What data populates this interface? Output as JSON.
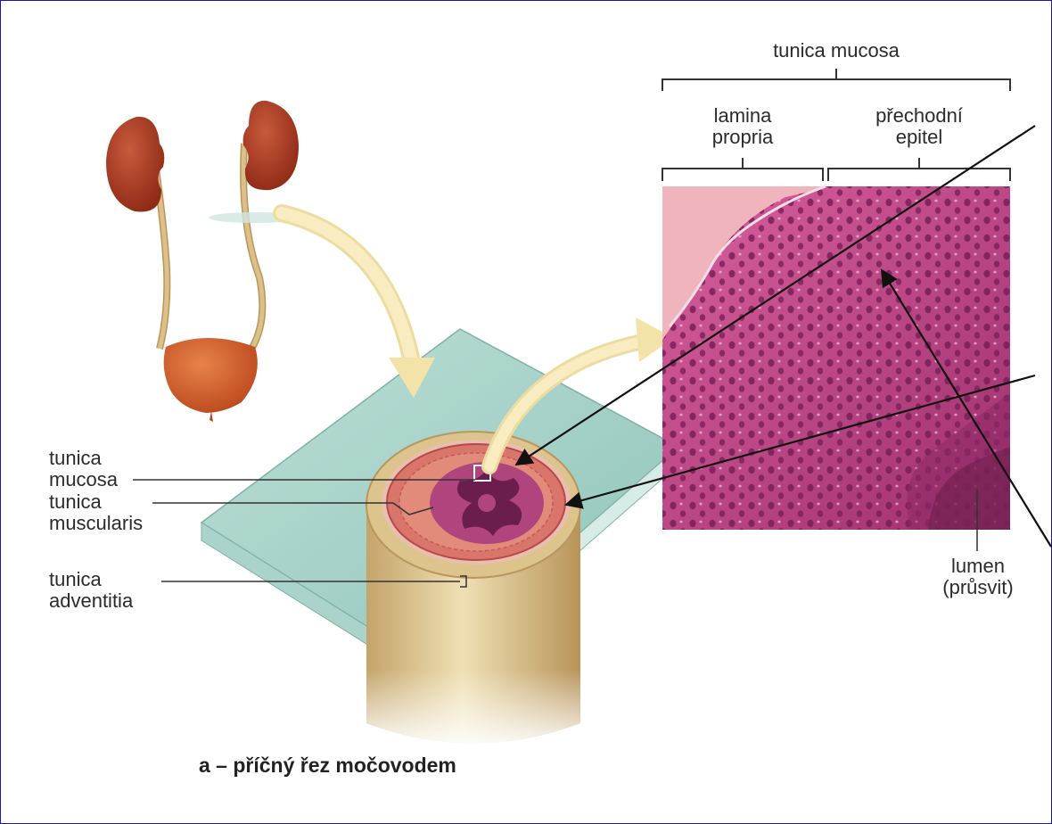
{
  "labels": {
    "mucosa_header": "tunica mucosa",
    "lamina_propria": [
      "lamina",
      "propria"
    ],
    "transitional_epithelium": [
      "přechodní",
      "epitel"
    ],
    "tunica_mucosa": [
      "tunica",
      "mucosa"
    ],
    "tunica_muscularis": [
      "tunica",
      "muscularis"
    ],
    "tunica_adventitia": [
      "tunica",
      "adventitia"
    ],
    "lumen": [
      "lumen",
      "(průsvit)"
    ]
  },
  "caption": "a – příčný řez močovodem",
  "colors": {
    "kidney": "#a8331c",
    "ureter": "#c9a876",
    "bladder": "#c9511f",
    "slide": "#9fcdc4",
    "arrow": "#f5e6a6",
    "cylinder": "#d8c28e",
    "muscle": "#d9756a",
    "mucosa": "#b0457e",
    "tissue": "#c03f8e",
    "lamina": "#f0b5bc",
    "pointer": "#111111",
    "frame": "#1a1aa6"
  }
}
